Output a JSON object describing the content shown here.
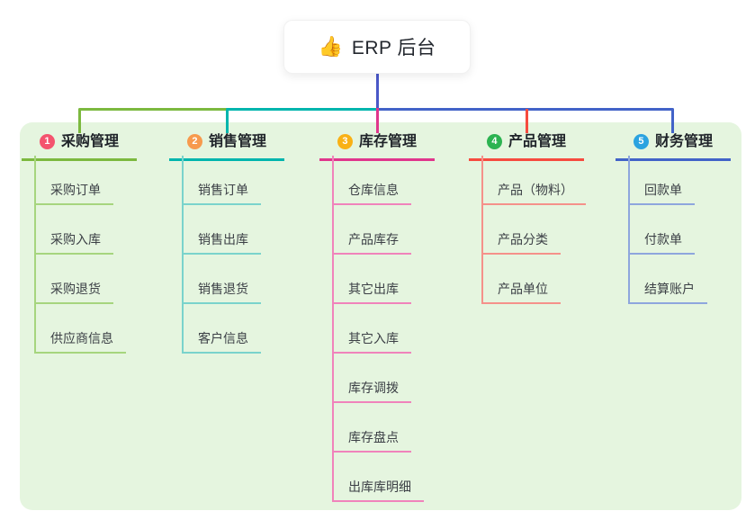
{
  "root": {
    "emoji": "👍",
    "title": "ERP 后台"
  },
  "colors": {
    "panel_bg": "#E5F5DF",
    "root_stem": "#4A58C8",
    "title_text": "#1f2329",
    "item_text": "#3c4046"
  },
  "branches": [
    {
      "num": "1",
      "title": "采购管理",
      "circle": "#F4536E",
      "line": "#7CB93F",
      "child_line": "#A6D57E",
      "children": [
        "采购订单",
        "采购入库",
        "采购退货",
        "供应商信息"
      ]
    },
    {
      "num": "2",
      "title": "销售管理",
      "circle": "#F79A4D",
      "line": "#00B5AD",
      "child_line": "#7AD3CC",
      "children": [
        "销售订单",
        "销售出库",
        "销售退货",
        "客户信息"
      ]
    },
    {
      "num": "3",
      "title": "库存管理",
      "circle": "#F9B115",
      "line": "#E0368C",
      "child_line": "#F083BB",
      "children": [
        "仓库信息",
        "产品库存",
        "其它出库",
        "其它入库",
        "库存调拨",
        "库存盘点",
        "出库库明细"
      ]
    },
    {
      "num": "4",
      "title": "产品管理",
      "circle": "#2CB351",
      "line": "#F64B3F",
      "child_line": "#F5918A",
      "children": [
        "产品（物料）",
        "产品分类",
        "产品单位"
      ]
    },
    {
      "num": "5",
      "title": "财务管理",
      "circle": "#2BA3E0",
      "line": "#4263C8",
      "child_line": "#8EA6DD",
      "children": [
        "回款单",
        "付款单",
        "结算账户"
      ]
    }
  ]
}
